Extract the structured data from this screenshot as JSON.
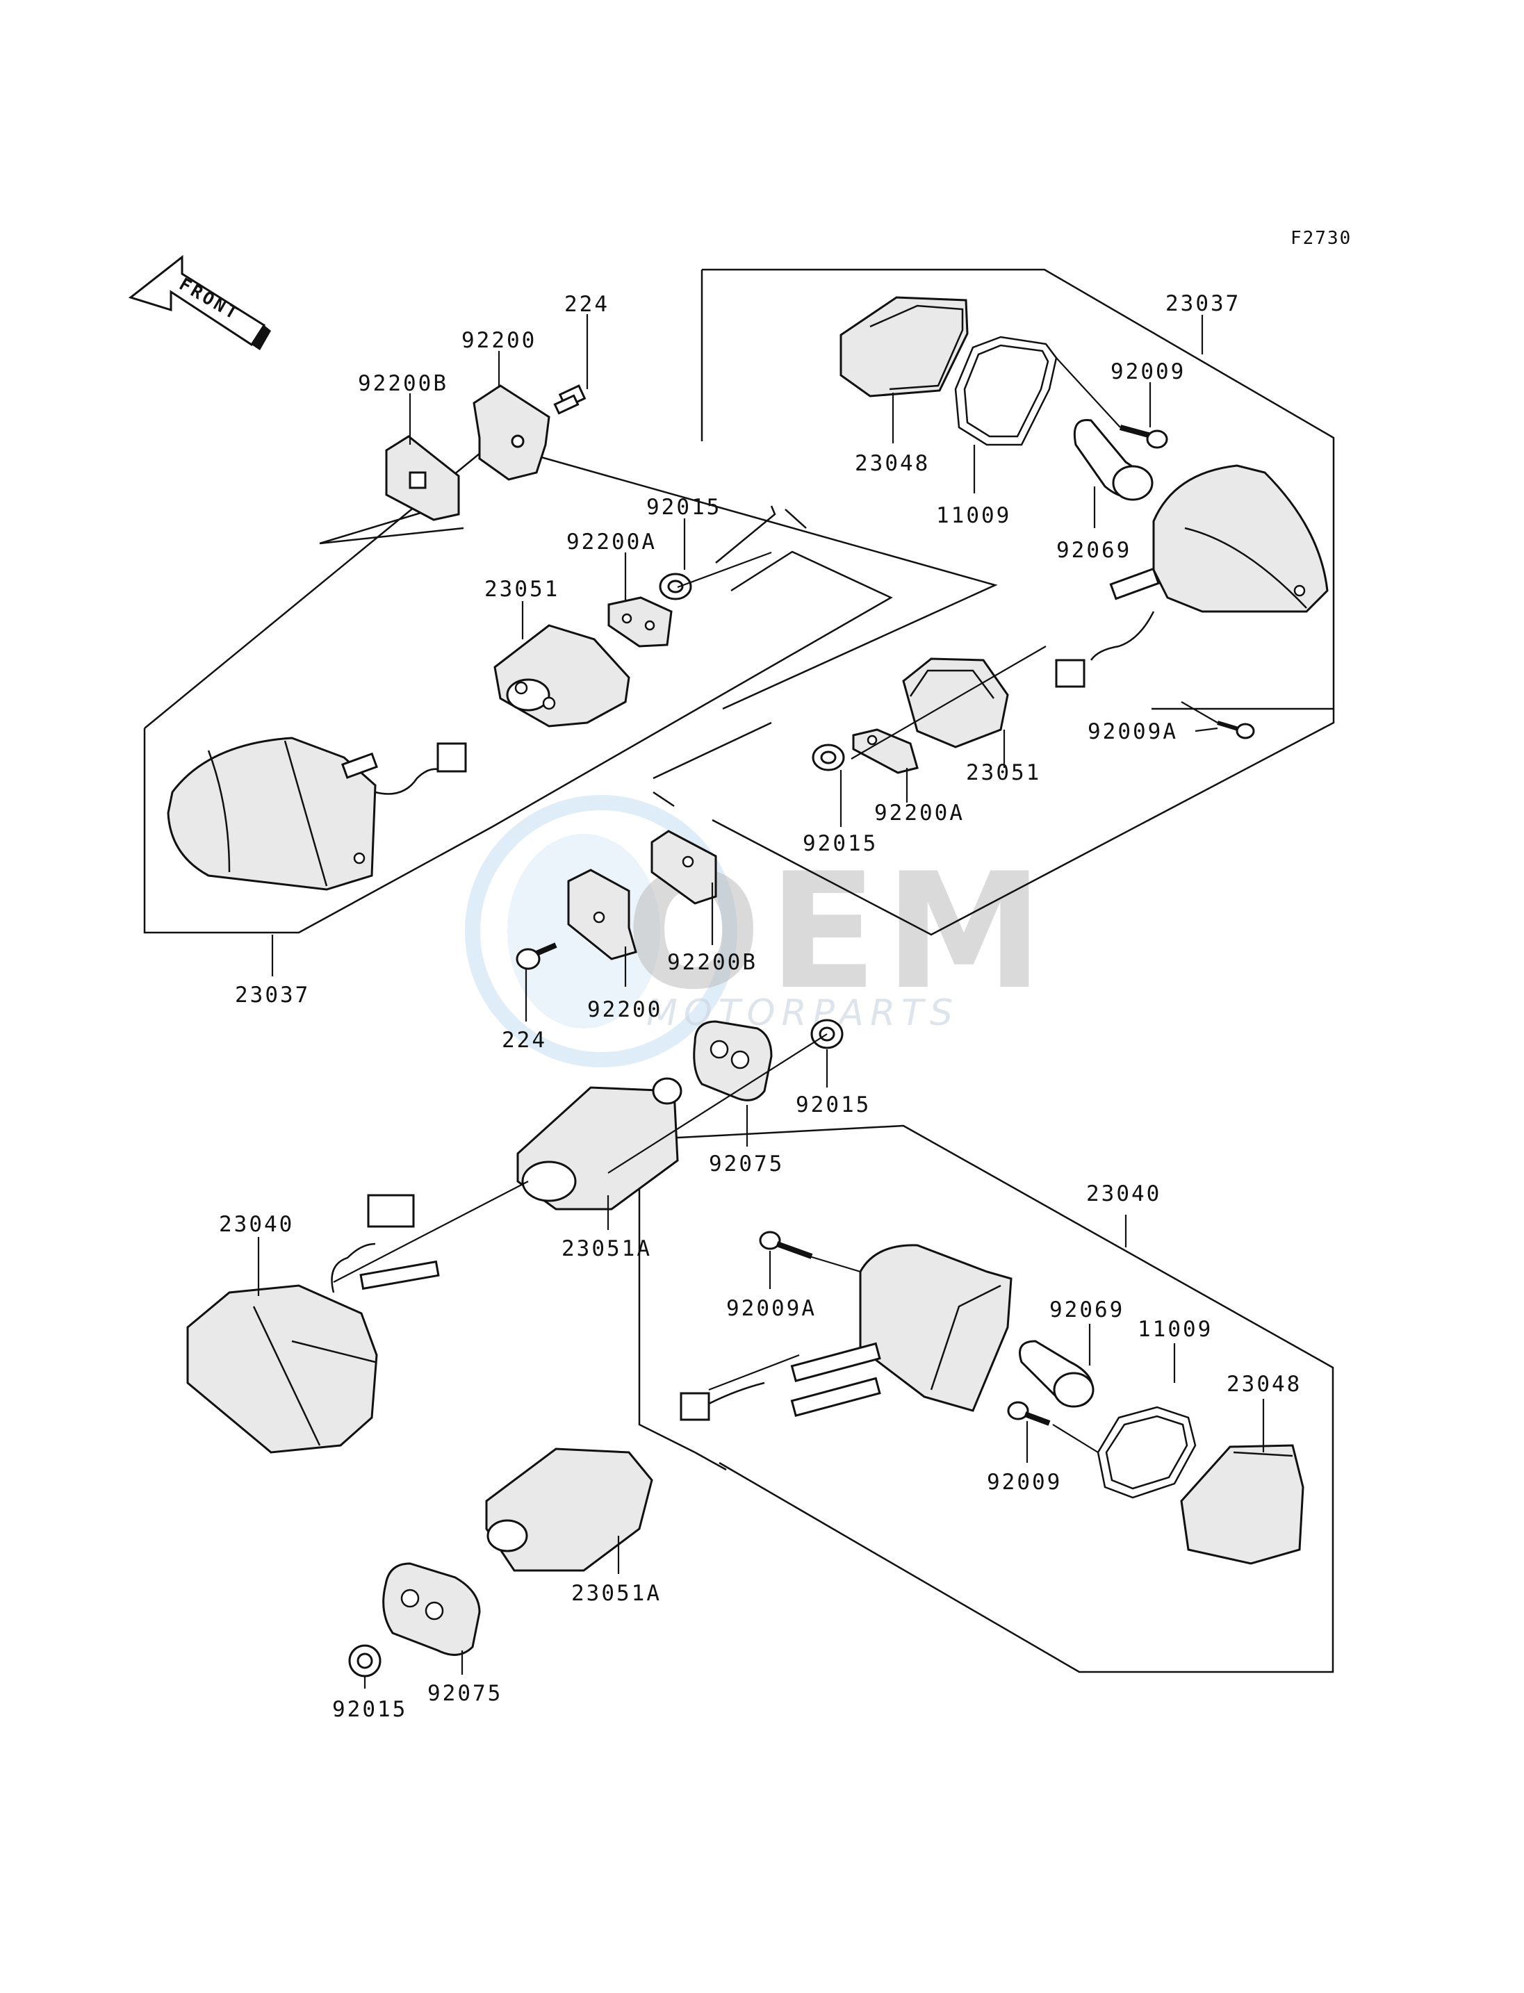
{
  "diagram_code": "F2730",
  "front_label": "FRONT",
  "watermark": {
    "brand": "OEM",
    "sub": "MOTORPARTS"
  },
  "labels": {
    "l_224_top": "224",
    "l_92200_top": "92200",
    "l_92200B_top": "92200B",
    "l_92015_top": "92015",
    "l_92200A_top": "92200A",
    "l_23051_left": "23051",
    "l_23037_left": "23037",
    "l_23037_right": "23037",
    "l_92009_right": "92009",
    "l_23048_top": "23048",
    "l_11009_top": "11009",
    "l_92069_top": "92069",
    "l_92009A_right": "92009A",
    "l_23051_right": "23051",
    "l_92200A_mid": "92200A",
    "l_92015_mid": "92015",
    "l_92200B_mid": "92200B",
    "l_92200_mid": "92200",
    "l_224_mid": "224",
    "l_92015_lowmid": "92015",
    "l_92075_mid": "92075",
    "l_23051A_mid": "23051A",
    "l_23040_left": "23040",
    "l_23040_right": "23040",
    "l_92009A_low": "92009A",
    "l_92069_low": "92069",
    "l_11009_low": "11009",
    "l_23048_low": "23048",
    "l_92009_low": "92009",
    "l_23051A_low": "23051A",
    "l_92075_low": "92075",
    "l_92015_low": "92015"
  }
}
